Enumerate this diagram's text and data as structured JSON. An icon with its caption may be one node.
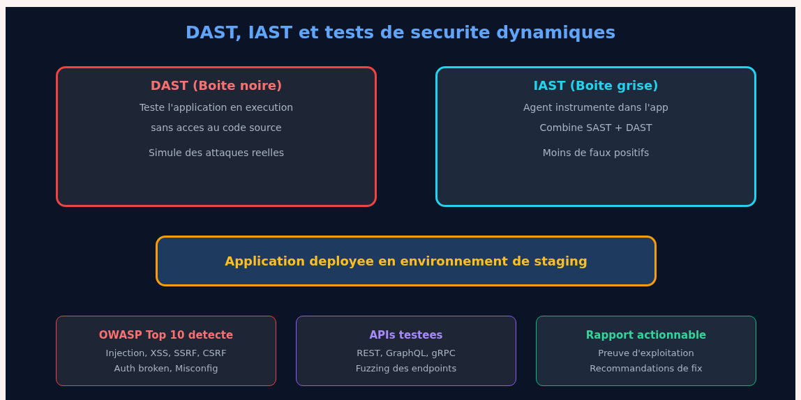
{
  "diagram": {
    "title": "DAST, IAST et tests de securite dynamiques",
    "nodes": [
      {
        "text": [
          "DAST (Boite noire)",
          "Teste l'application en execution",
          "sans acces au code source",
          "Simule des attaques reelles"
        ]
      },
      {
        "text": [
          "IAST (Boite grise)",
          "Agent instrumente dans l'app",
          "Combine SAST + DAST",
          "Moins de faux positifs"
        ]
      },
      {
        "text": [
          "Application deployee en environnement de staging"
        ]
      },
      {
        "text": [
          "OWASP Top 10 detecte",
          "Injection, XSS, SSRF, CSRF",
          "Auth broken, Misconfig"
        ]
      },
      {
        "text": [
          "APIs testees",
          "REST, GraphQL, gRPC",
          "Fuzzing des endpoints"
        ]
      },
      {
        "text": [
          "Rapport actionnable",
          "Preuve d'exploitation",
          "Recommandations de fix"
        ]
      }
    ]
  }
}
